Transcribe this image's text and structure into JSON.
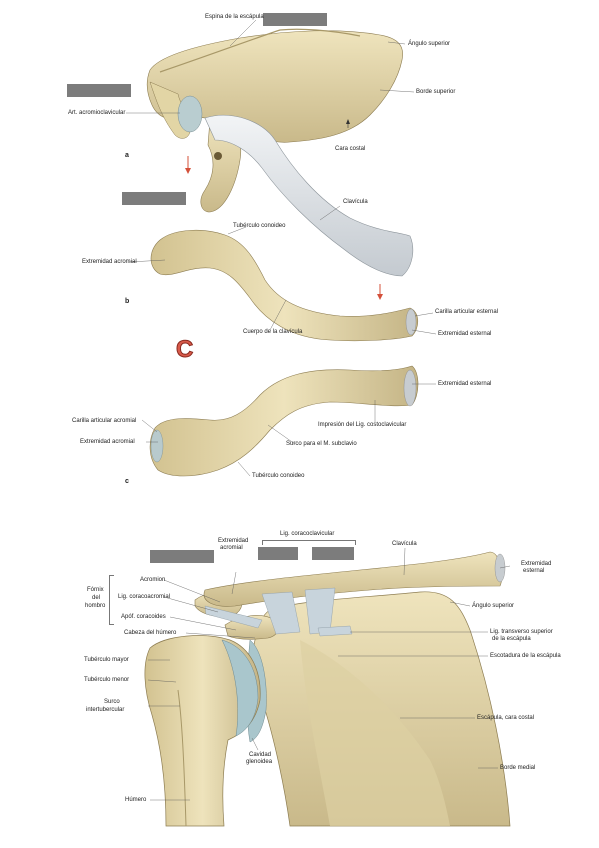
{
  "top_figure": {
    "panel_a": {
      "letter": "a",
      "labels": {
        "espina": "Espina de la escápula",
        "angulo_superior": "Ángulo superior",
        "borde_superior": "Borde superior",
        "art_acromio": "Art. acromioclavicular",
        "cara_costal": "Cara costal",
        "clavicula": "Clavícula"
      }
    },
    "panel_b": {
      "letter": "b",
      "labels": {
        "tuberculo_conoideo": "Tubérculo conoideo",
        "extremidad_acromial": "Extremidad acromial",
        "carilla_esternal": "Carilla articular esternal",
        "cuerpo": "Cuerpo de la clavícula",
        "extremidad_esternal": "Extremidad esternal"
      }
    },
    "logo_letter": "C",
    "panel_c": {
      "letter": "c",
      "labels": {
        "extremidad_esternal": "Extremidad esternal",
        "carilla_acromial": "Carilla articular acromial",
        "impresion": "Impresión del Lig. costoclavicular",
        "extremidad_acromial": "Extremidad acromial",
        "surco": "Surco para el M. subclavio",
        "tuberculo": "Tubérculo conoideo"
      }
    }
  },
  "bottom_figure": {
    "labels": {
      "lig_coracoclavicular": "Lig. coracoclavicular",
      "extremidad_acromial_1": "Extremidad",
      "extremidad_acromial_2": "acromial",
      "clavicula": "Clavícula",
      "extremidad_esternal_1": "Extremidad",
      "extremidad_esternal_2": "esternal",
      "fornix_1": "Fórnix",
      "fornix_2": "del",
      "fornix_3": "hombro",
      "acromion": "Acromion",
      "lig_coracoacromial": "Lig. coracoacromial",
      "apof_coracoides": "Apóf. coracoides",
      "angulo_superior": "Ángulo superior",
      "cabeza_humero": "Cabeza del húmero",
      "lig_transverso_1": "Lig. transverso superior",
      "lig_transverso_2": "de la escápula",
      "tuberculo_mayor": "Tubérculo mayor",
      "escotadura": "Escotadura de la escápula",
      "tuberculo_menor": "Tubérculo menor",
      "surco_1": "Surco",
      "surco_2": "intertubercular",
      "escapula_cara": "Escápula, cara costal",
      "cavidad_1": "Cavidad",
      "cavidad_2": "glenoidea",
      "borde_medial": "Borde medial",
      "humero": "Húmero"
    }
  },
  "colors": {
    "bone": "#e8dcb0",
    "bone_shadow": "#b8a97a",
    "clavicle_white": "#e6eaee",
    "cartilage": "#a9c6cc",
    "ligament": "#c8d4dc",
    "arrow": "#d4503a",
    "mask": "#7c7c7c"
  }
}
